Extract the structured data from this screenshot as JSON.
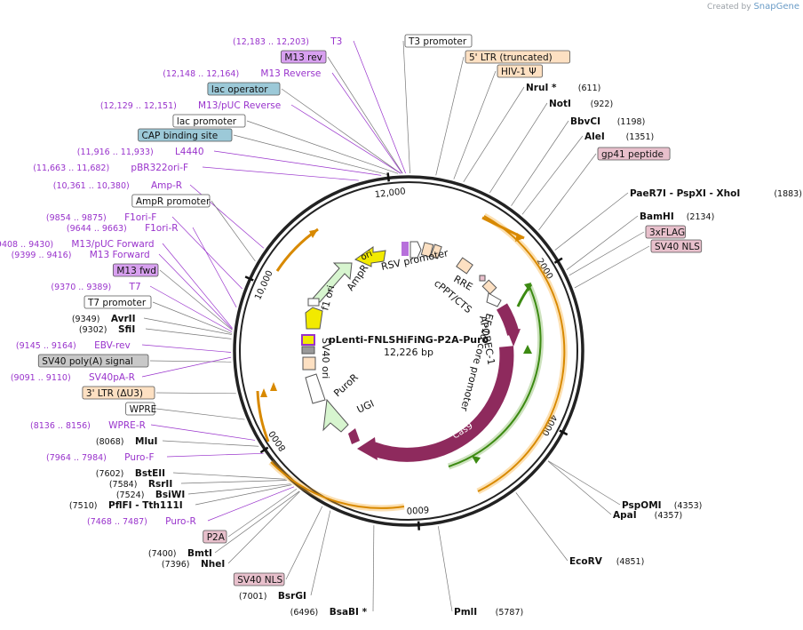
{
  "plasmid": {
    "name": "pLenti-FNLSHiFiNG-P2A-Puro",
    "length": "12,226 bp",
    "total_bp": 12226
  },
  "credit": {
    "prefix": "Created by",
    "brand": "SnapGene"
  },
  "ticks": [
    {
      "label": "2000",
      "bp": 2000
    },
    {
      "label": "4000",
      "bp": 4000
    },
    {
      "label": "6000",
      "bp": 6000
    },
    {
      "label": "8000",
      "bp": 8000
    },
    {
      "label": "10,000",
      "bp": 10000
    },
    {
      "label": "12,000",
      "bp": 12000
    }
  ],
  "colors": {
    "purple": "#9933cc",
    "purple_box": "#d8a0f0",
    "teal_box": "#9cc9d8",
    "orange_box": "#fde0c2",
    "pink_box": "#e8c0cc",
    "grey_box": "#c8c8c8",
    "ring_orange": "#f5a623",
    "ring_green": "#5aa028",
    "cas9": "#8e2a5d",
    "yellow": "#f2ea00"
  },
  "labels_left": [
    {
      "kind": "primer",
      "range": "(12,183 .. 12,203)",
      "name": "T3"
    },
    {
      "kind": "box",
      "name": "M13 rev",
      "color": "purple_box"
    },
    {
      "kind": "primer",
      "range": "(12,148 .. 12,164)",
      "name": "M13 Reverse"
    },
    {
      "kind": "box",
      "name": "lac operator",
      "color": "teal_box"
    },
    {
      "kind": "primer",
      "range": "(12,129 .. 12,151)",
      "name": "M13/pUC Reverse"
    },
    {
      "kind": "box",
      "name": "lac promoter",
      "color": "white"
    },
    {
      "kind": "box",
      "name": "CAP binding site",
      "color": "teal_box"
    },
    {
      "kind": "primer",
      "range": "(11,916 .. 11,933)",
      "name": "L4440"
    },
    {
      "kind": "primer",
      "range": "(11,663 .. 11,682)",
      "name": "pBR322ori-F"
    },
    {
      "kind": "primer",
      "range": "(10,361 .. 10,380)",
      "name": "Amp-R"
    },
    {
      "kind": "box",
      "name": "AmpR promoter",
      "color": "white"
    },
    {
      "kind": "primer",
      "range": "(9854 .. 9875)",
      "name": "F1ori-F"
    },
    {
      "kind": "primer",
      "range": "(9644 .. 9663)",
      "name": "F1ori-R"
    },
    {
      "kind": "primer",
      "range": "(9408 .. 9430)",
      "name": "M13/pUC Forward"
    },
    {
      "kind": "primer",
      "range": "(9399 .. 9416)",
      "name": "M13 Forward"
    },
    {
      "kind": "box",
      "name": "M13 fwd",
      "color": "purple_box"
    },
    {
      "kind": "primer",
      "range": "(9370 .. 9389)",
      "name": "T7"
    },
    {
      "kind": "box",
      "name": "T7 promoter",
      "color": "white"
    },
    {
      "kind": "site",
      "range": "(9349)",
      "name": "AvrII"
    },
    {
      "kind": "site",
      "range": "(9302)",
      "name": "SfiI"
    },
    {
      "kind": "primer",
      "range": "(9145 .. 9164)",
      "name": "EBV-rev"
    },
    {
      "kind": "box",
      "name": "SV40 poly(A) signal",
      "color": "grey_box"
    },
    {
      "kind": "primer",
      "range": "(9091 .. 9110)",
      "name": "SV40pA-R"
    },
    {
      "kind": "box",
      "name": "3' LTR (ΔU3)",
      "color": "orange_box"
    },
    {
      "kind": "box",
      "name": "WPRE",
      "color": "white"
    },
    {
      "kind": "primer",
      "range": "(8136 .. 8156)",
      "name": "WPRE-R"
    },
    {
      "kind": "site",
      "range": "(8068)",
      "name": "MluI"
    },
    {
      "kind": "primer",
      "range": "(7964 .. 7984)",
      "name": "Puro-F"
    },
    {
      "kind": "site",
      "range": "(7602)",
      "name": "BstEII"
    },
    {
      "kind": "site",
      "range": "(7584)",
      "name": "RsrII"
    },
    {
      "kind": "site",
      "range": "(7524)",
      "name": "BsiWI"
    },
    {
      "kind": "site",
      "range": "(7510)",
      "name": "PflFI - Tth111I"
    },
    {
      "kind": "primer",
      "range": "(7468 .. 7487)",
      "name": "Puro-R"
    },
    {
      "kind": "box",
      "name": "P2A",
      "color": "pink_box"
    },
    {
      "kind": "site",
      "range": "(7400)",
      "name": "BmtI"
    },
    {
      "kind": "site",
      "range": "(7396)",
      "name": "NheI"
    },
    {
      "kind": "box",
      "name": "SV40 NLS",
      "color": "pink_box"
    },
    {
      "kind": "site",
      "range": "(7001)",
      "name": "BsrGI"
    },
    {
      "kind": "site",
      "range": "(6496)",
      "name": "BsaBI *"
    }
  ],
  "labels_right": [
    {
      "kind": "box",
      "name": "T3 promoter",
      "color": "white"
    },
    {
      "kind": "box",
      "name": "5' LTR (truncated)",
      "color": "orange_box"
    },
    {
      "kind": "box",
      "name": "HIV-1 Ψ",
      "color": "orange_box"
    },
    {
      "kind": "site",
      "name": "NruI *",
      "range": "(611)"
    },
    {
      "kind": "site",
      "name": "NotI",
      "range": "(922)"
    },
    {
      "kind": "site",
      "name": "BbvCI",
      "range": "(1198)"
    },
    {
      "kind": "site",
      "name": "AleI",
      "range": "(1351)"
    },
    {
      "kind": "box",
      "name": "gp41 peptide",
      "color": "pink_box"
    },
    {
      "kind": "site",
      "name": "PaeR7I  - PspXI  - XhoI",
      "range": "(1883)"
    },
    {
      "kind": "site",
      "name": "BamHI",
      "range": "(2134)"
    },
    {
      "kind": "box",
      "name": "3xFLAG",
      "color": "pink_box"
    },
    {
      "kind": "box",
      "name": "SV40 NLS",
      "color": "pink_box"
    },
    {
      "kind": "site",
      "name": "PspOMI",
      "range": "(4353)"
    },
    {
      "kind": "site",
      "name": "ApaI",
      "range": "(4357)"
    },
    {
      "kind": "site",
      "name": "EcoRV",
      "range": "(4851)"
    },
    {
      "kind": "site",
      "name": "PmlI",
      "range": "(5787)"
    }
  ],
  "inner_features": {
    "rsv": "RSV promoter",
    "rre": "RRE",
    "cppt": "cPPT/CTS",
    "apobec": "APOBEC-1",
    "ef1a": "EF-1α core promoter",
    "cas9": "Cas9",
    "ugi": "UGI",
    "puror": "PuroR",
    "sv40ori": "SV40 ori",
    "f1ori": "f1 ori",
    "ampr": "AmpR",
    "ori": "ori"
  }
}
